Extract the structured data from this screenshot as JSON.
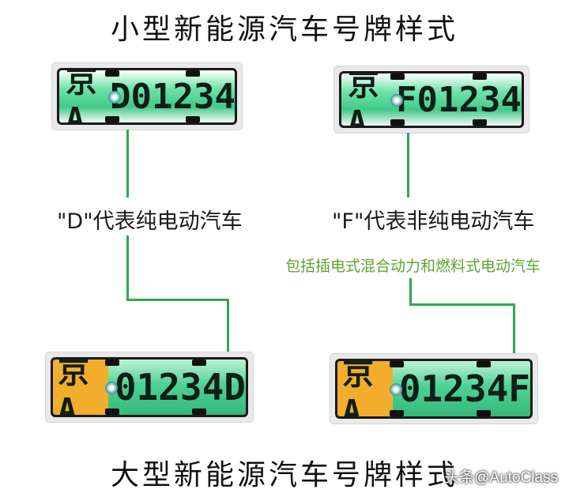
{
  "title_top": "小型新能源汽车号牌样式",
  "title_bottom": "大型新能源汽车号牌样式",
  "plates": {
    "small_d": {
      "province": "京A",
      "serial": "D01234"
    },
    "small_f": {
      "province": "京A",
      "serial": "F01234"
    },
    "large_d": {
      "province": "京A",
      "serial": "01234D"
    },
    "large_f": {
      "province": "京A",
      "serial": "01234F"
    }
  },
  "labels": {
    "d": "\"D\"代表纯电动汽车",
    "f": "\"F\"代表非纯电动汽车",
    "f_note": "包括插电式混合动力和燃料式电动汽车"
  },
  "colors": {
    "small_plate": "#42c98a",
    "large_plate_left": "#f2ad2c",
    "connector": "#2fa84f",
    "note_text": "#5fa42f"
  },
  "watermark": "头条@AutoClass"
}
